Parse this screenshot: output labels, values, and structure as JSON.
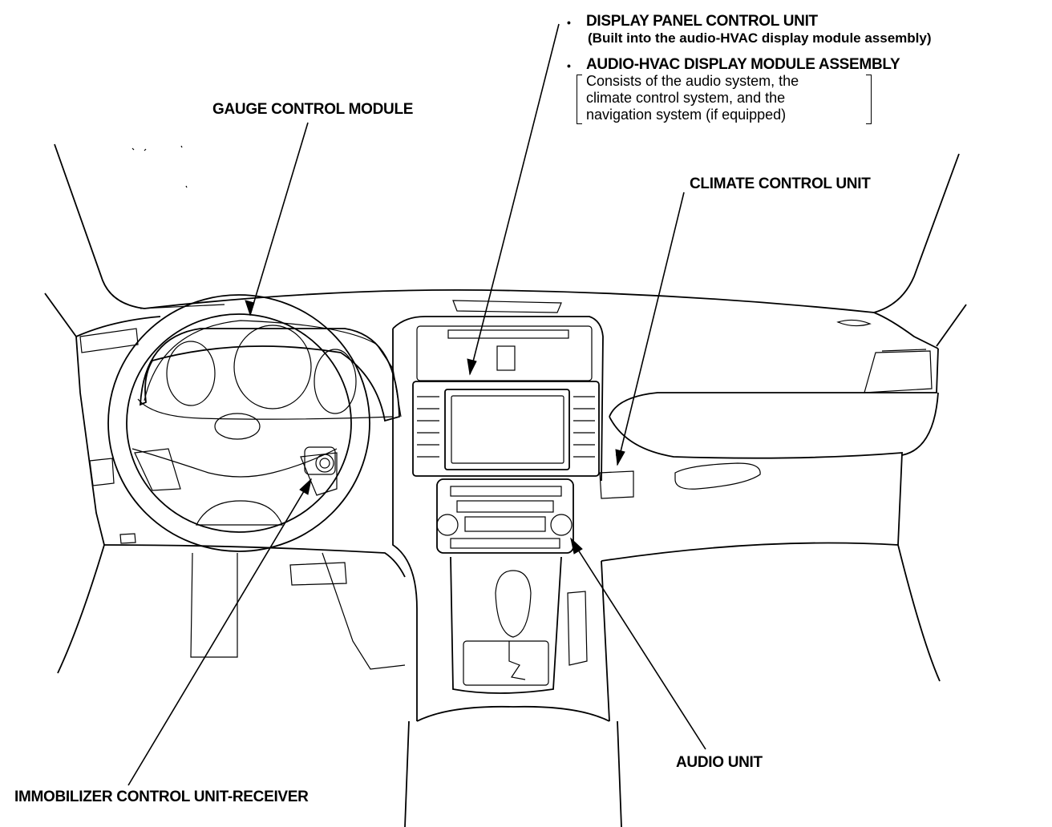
{
  "labels": {
    "gauge_control_module": "GAUGE CONTROL MODULE",
    "display_panel_control_unit": "DISPLAY PANEL CONTROL UNIT",
    "display_panel_note": "(Built into the audio-HVAC display module assembly)",
    "audio_hvac_assembly": "AUDIO-HVAC DISPLAY MODULE ASSEMBLY",
    "audio_hvac_desc_line1": "Consists of the audio system, the",
    "audio_hvac_desc_line2": "climate control system, and the",
    "audio_hvac_desc_line3": "navigation system (if equipped)",
    "climate_control_unit": "CLIMATE CONTROL UNIT",
    "audio_unit": "AUDIO UNIT",
    "immobilizer": "IMMOBILIZER CONTROL UNIT-RECEIVER"
  },
  "bullet_symbol": "•"
}
